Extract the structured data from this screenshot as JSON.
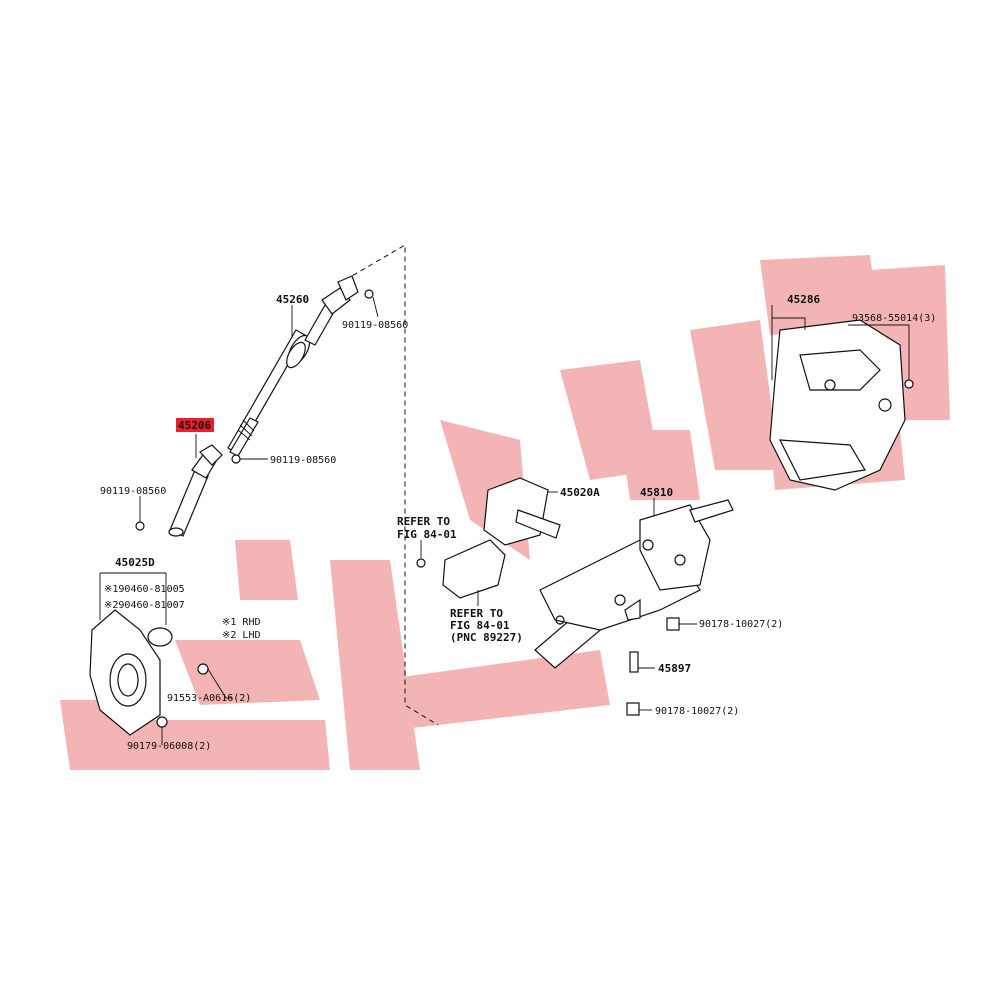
{
  "diagram": {
    "watermark_color": "#f2a7a9",
    "highlight_color": "#e8202a",
    "labels": {
      "p45260": "45260",
      "p45206": "45206",
      "p90119_a": "90119-08560",
      "p90119_b": "90119-08560",
      "p90119_c": "90119-08560",
      "p45025d": "45025D",
      "n1": "※190460-81005",
      "n2": "※290460-81007",
      "rhd": "※1 RHD",
      "lhd": "※2 LHD",
      "p91553": "91553-A0616(2)",
      "p90179": "90179-06008(2)",
      "refer1_a": "REFER TO",
      "refer1_b": "FIG 84-01",
      "refer2_a": "REFER TO",
      "refer2_b": "FIG 84-01",
      "refer2_c": "(PNC 89227)",
      "p45020a": "45020A",
      "p45810": "45810",
      "p45286": "45286",
      "p93568": "93568-55014(3)",
      "p90178_a": "90178-10027(2)",
      "p45897": "45897",
      "p90178_b": "90178-10027(2)"
    }
  }
}
